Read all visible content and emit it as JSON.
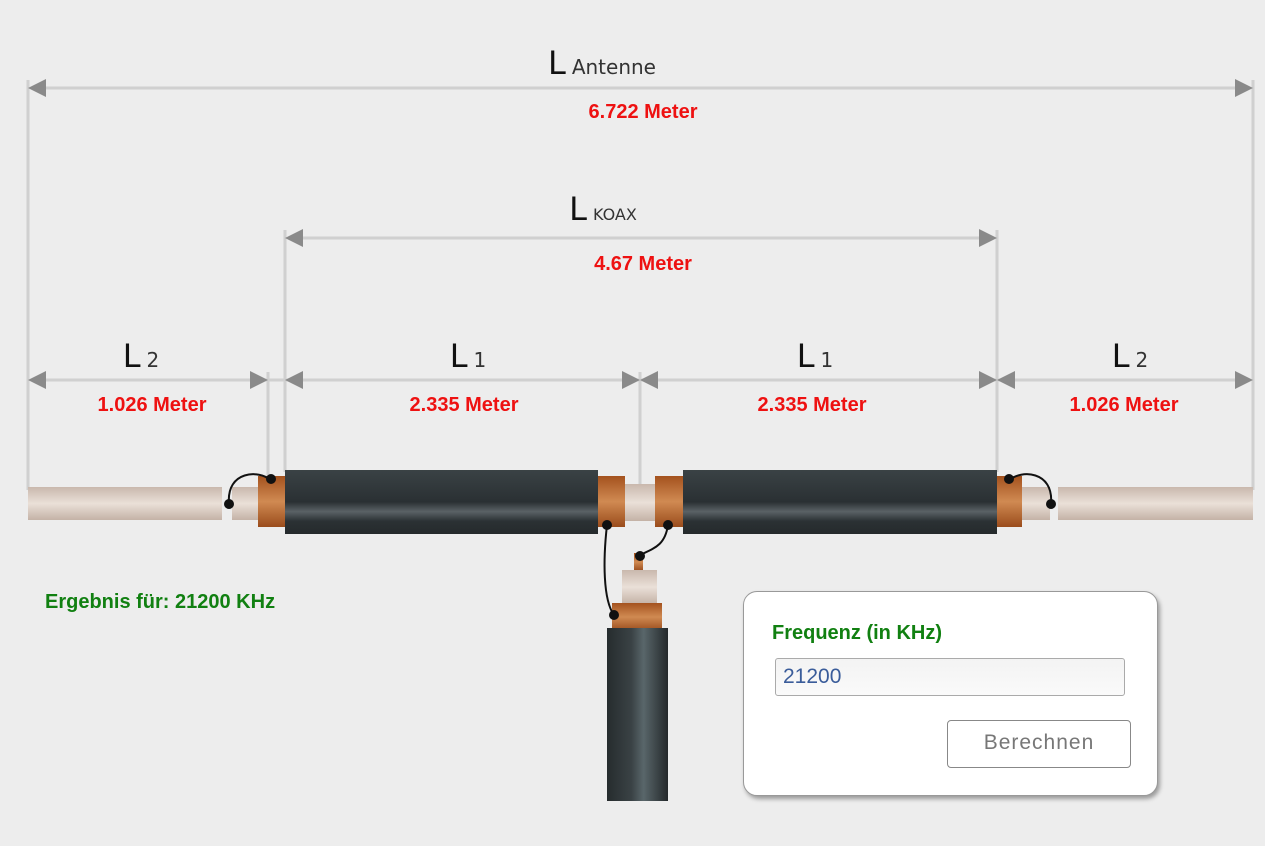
{
  "labels": {
    "antenne": {
      "main": "L",
      "sub": "Antenne",
      "value": "6.722 Meter"
    },
    "koax": {
      "main": "L",
      "sub": "KOAX",
      "value": "4.67 Meter"
    },
    "l2_left": {
      "main": "L",
      "sub": "2",
      "value": "1.026 Meter"
    },
    "l1_left": {
      "main": "L",
      "sub": "1",
      "value": "2.335 Meter"
    },
    "l1_right": {
      "main": "L",
      "sub": "1",
      "value": "2.335 Meter"
    },
    "l2_right": {
      "main": "L",
      "sub": "2",
      "value": "1.026 Meter"
    }
  },
  "result": "Ergebnis für: 21200 KHz",
  "form": {
    "title": "Frequenz (in KHz)",
    "frequency_value": "21200",
    "submit_label": "Berechnen"
  },
  "colors": {
    "value": "#ee1111",
    "result": "#118011",
    "coax": "#2e3538",
    "copper": "#b8652e",
    "wire": "#d8c8bc"
  }
}
